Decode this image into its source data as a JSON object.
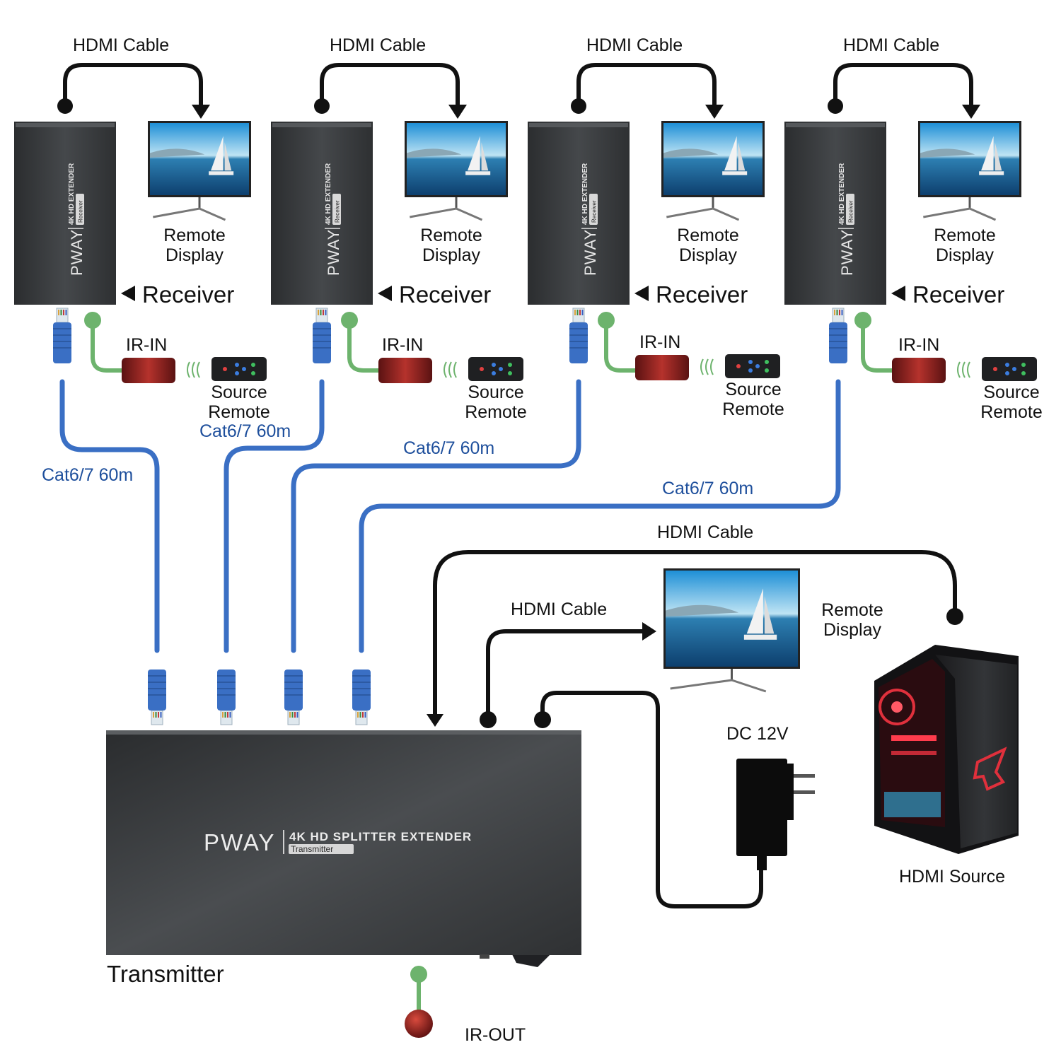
{
  "brand": "PWAY",
  "receiver_model": "4K HD EXTENDER",
  "receiver_role": "Receiver",
  "transmitter_model": "4K HD SPLITTER EXTENDER",
  "transmitter_role": "Transmitter",
  "receivers": [
    {
      "hdmi_label": "HDMI Cable",
      "display_label": "Remote\nDisplay",
      "receiver_label": "Receiver",
      "ir_in_label": "IR-IN",
      "remote_label": "Source\nRemote",
      "cable_label": "Cat6/7 60m"
    },
    {
      "hdmi_label": "HDMI Cable",
      "display_label": "Remote\nDisplay",
      "receiver_label": "Receiver",
      "ir_in_label": "IR-IN",
      "remote_label": "Source\nRemote",
      "cable_label": "Cat6/7 60m"
    },
    {
      "hdmi_label": "HDMI Cable",
      "display_label": "Remote\nDisplay",
      "receiver_label": "Receiver",
      "ir_in_label": "IR-IN",
      "remote_label": "Source\nRemote",
      "cable_label": "Cat6/7 60m"
    },
    {
      "hdmi_label": "HDMI Cable",
      "display_label": "Remote\nDisplay",
      "receiver_label": "Receiver",
      "ir_in_label": "IR-IN",
      "remote_label": "Source\nRemote",
      "cable_label": "Cat6/7 60m"
    }
  ],
  "source_hdmi_label": "HDMI Cable",
  "local_hdmi_label": "HDMI Cable",
  "local_display_label": "Remote\nDisplay",
  "power_label": "DC 12V",
  "source_label": "HDMI Source",
  "transmitter_label": "Transmitter",
  "ir_out_label": "IR-OUT",
  "colors": {
    "cat_cable": "#3a6fc4",
    "ir_cable": "#6db36d",
    "hdmi_cable": "#111111",
    "device_body": "#3a3c3e",
    "label_blue": "#1e4f9c"
  }
}
